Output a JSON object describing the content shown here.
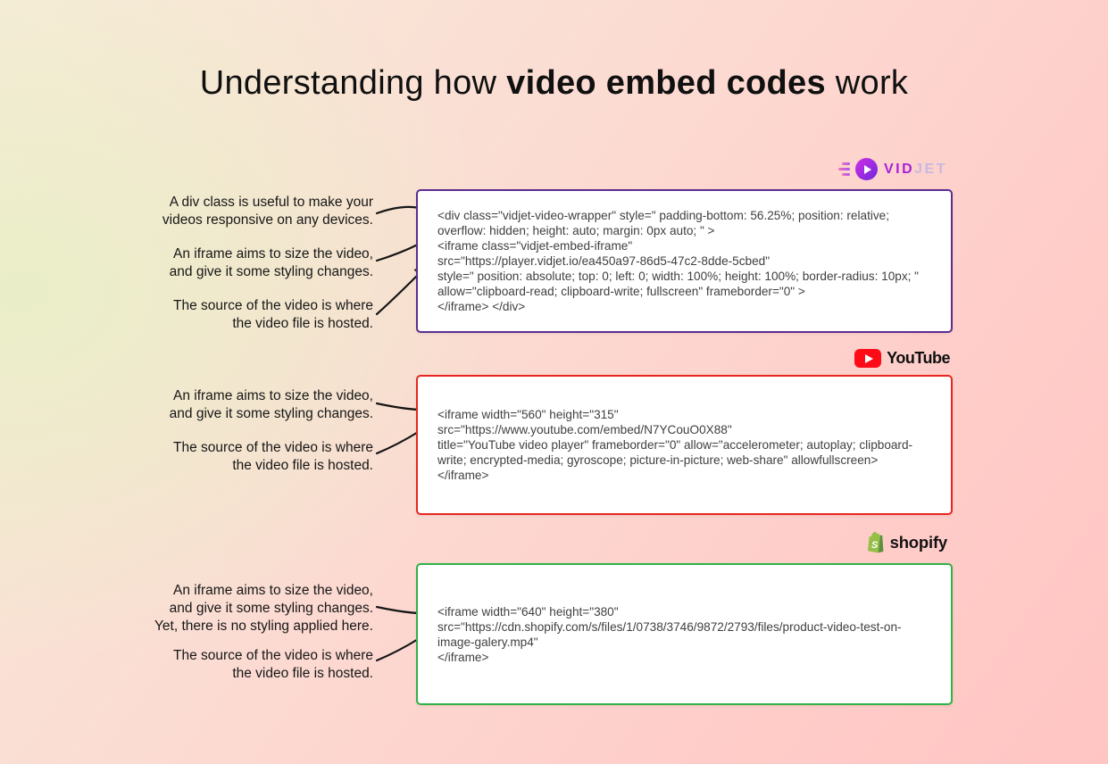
{
  "page": {
    "title_pre": "Understanding how ",
    "title_bold": "video embed codes",
    "title_post": " work"
  },
  "brands": {
    "vidjet": {
      "wordmark_vid": "VID",
      "wordmark_jet": "JET",
      "accent": "#ab1fd8"
    },
    "youtube": {
      "wordmark": "YouTube",
      "accent": "#ff0000"
    },
    "shopify": {
      "wordmark": "shopify",
      "bag_letter": "S",
      "accent": "#95bf47"
    }
  },
  "sections": [
    {
      "name": "Vidjet embed",
      "border_color": "#5b2d90",
      "annotations": [
        "A div class is useful to make your\nvideos responsive on any devices.",
        "An iframe aims to size the video,\nand give it some styling changes.",
        "The source of the video is where\nthe video file is hosted."
      ],
      "code": "<div class=\"vidjet-video-wrapper\" style=\" padding-bottom: 56.25%; position: relative; overflow: hidden; height: auto; margin: 0px auto; \" >\n<iframe class=\"vidjet-embed-iframe\"\nsrc=\"https://player.vidjet.io/ea450a97-86d5-47c2-8dde-5cbed\"\nstyle=\" position: absolute; top: 0; left: 0; width: 100%; height: 100%; border-radius: 10px; \" allow=\"clipboard-read; clipboard-write; fullscreen\" frameborder=\"0\" >\n</iframe> </div>"
    },
    {
      "name": "YouTube embed",
      "border_color": "#e8261f",
      "annotations": [
        "An iframe aims to size the video,\nand give it some styling changes.",
        "The source of the video is where\nthe video file is hosted."
      ],
      "code": "<iframe width=\"560\" height=\"315\"\nsrc=\"https://www.youtube.com/embed/N7YCouO0X88\"\ntitle=\"YouTube video player\" frameborder=\"0\" allow=\"accelerometer; autoplay; clipboard-write; encrypted-media; gyroscope; picture-in-picture; web-share\" allowfullscreen>\n</iframe>"
    },
    {
      "name": "Shopify embed",
      "border_color": "#2fb344",
      "annotations": [
        "An iframe aims to size the video,\nand give it some styling changes.\nYet, there is no styling applied here.",
        "The source of the video is where\nthe video file is hosted."
      ],
      "code": "<iframe width=\"640\" height=\"380\"\nsrc=\"https://cdn.shopify.com/s/files/1/0738/3746/9872/2793/files/product-video-test-on-image-galery.mp4\"\n</iframe>"
    }
  ]
}
